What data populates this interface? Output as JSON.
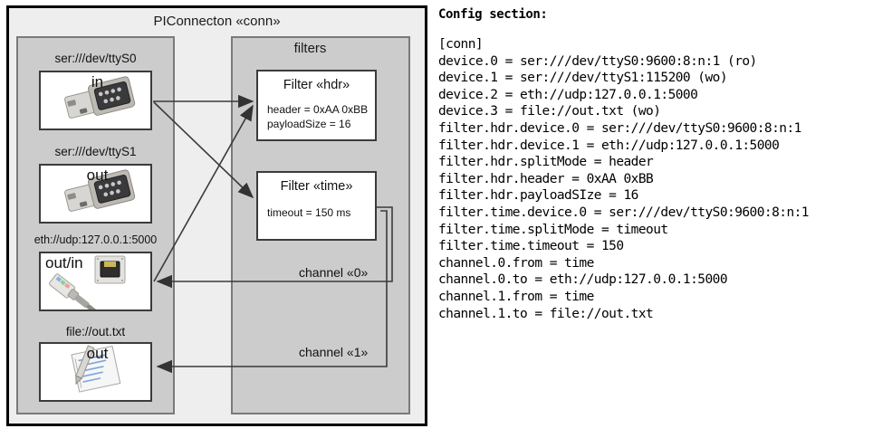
{
  "component": {
    "title": "PIConnecton «conn»",
    "devices_panel_name": "",
    "filters_panel_title": "filters"
  },
  "devices": [
    {
      "label": "ser:///dev/ttyS0",
      "direction": "in",
      "icon": "serial-port-icon"
    },
    {
      "label": "ser:///dev/ttyS1",
      "direction": "out",
      "icon": "serial-port-icon"
    },
    {
      "label": "eth://udp:127.0.0.1:5000",
      "direction": "out/in",
      "icon": "ethernet-port-icon"
    },
    {
      "label": "file://out.txt",
      "direction": "out",
      "icon": "text-file-icon"
    }
  ],
  "filters": [
    {
      "title": "Filter «hdr»",
      "props": [
        "header = 0xAA 0xBB",
        "payloadSize = 16"
      ]
    },
    {
      "title": "Filter «time»",
      "props": [
        "timeout = 150 ms"
      ]
    }
  ],
  "channels": [
    {
      "label": "channel «0»"
    },
    {
      "label": "channel «1»"
    }
  ],
  "config": {
    "heading": "Config section:",
    "lines": [
      "[conn]",
      "device.0 = ser:///dev/ttyS0:9600:8:n:1 (ro)",
      "device.1 = ser:///dev/ttyS1:115200 (wo)",
      "device.2 = eth://udp:127.0.0.1:5000",
      "device.3 = file://out.txt (wo)",
      "filter.hdr.device.0 = ser:///dev/ttyS0:9600:8:n:1",
      "filter.hdr.device.1 = eth://udp:127.0.0.1:5000",
      "filter.hdr.splitMode = header",
      "filter.hdr.header = 0xAA 0xBB",
      "filter.hdr.payloadSIze = 16",
      "filter.time.device.0 = ser:///dev/ttyS0:9600:8:n:1",
      "filter.time.splitMode = timeout",
      "filter.time.timeout = 150",
      "channel.0.from = time",
      "channel.0.to = eth://udp:127.0.0.1:5000",
      "channel.1.from = time",
      "channel.1.to = file://out.txt"
    ]
  },
  "colors": {
    "frame_border": "#000000",
    "outer_fill": "#eeeeee",
    "panel_fill": "#cccccc",
    "panel_border": "#7a7a7a",
    "box_fill": "#ffffff",
    "box_border": "#3b3b3b",
    "wire": "#404040"
  }
}
